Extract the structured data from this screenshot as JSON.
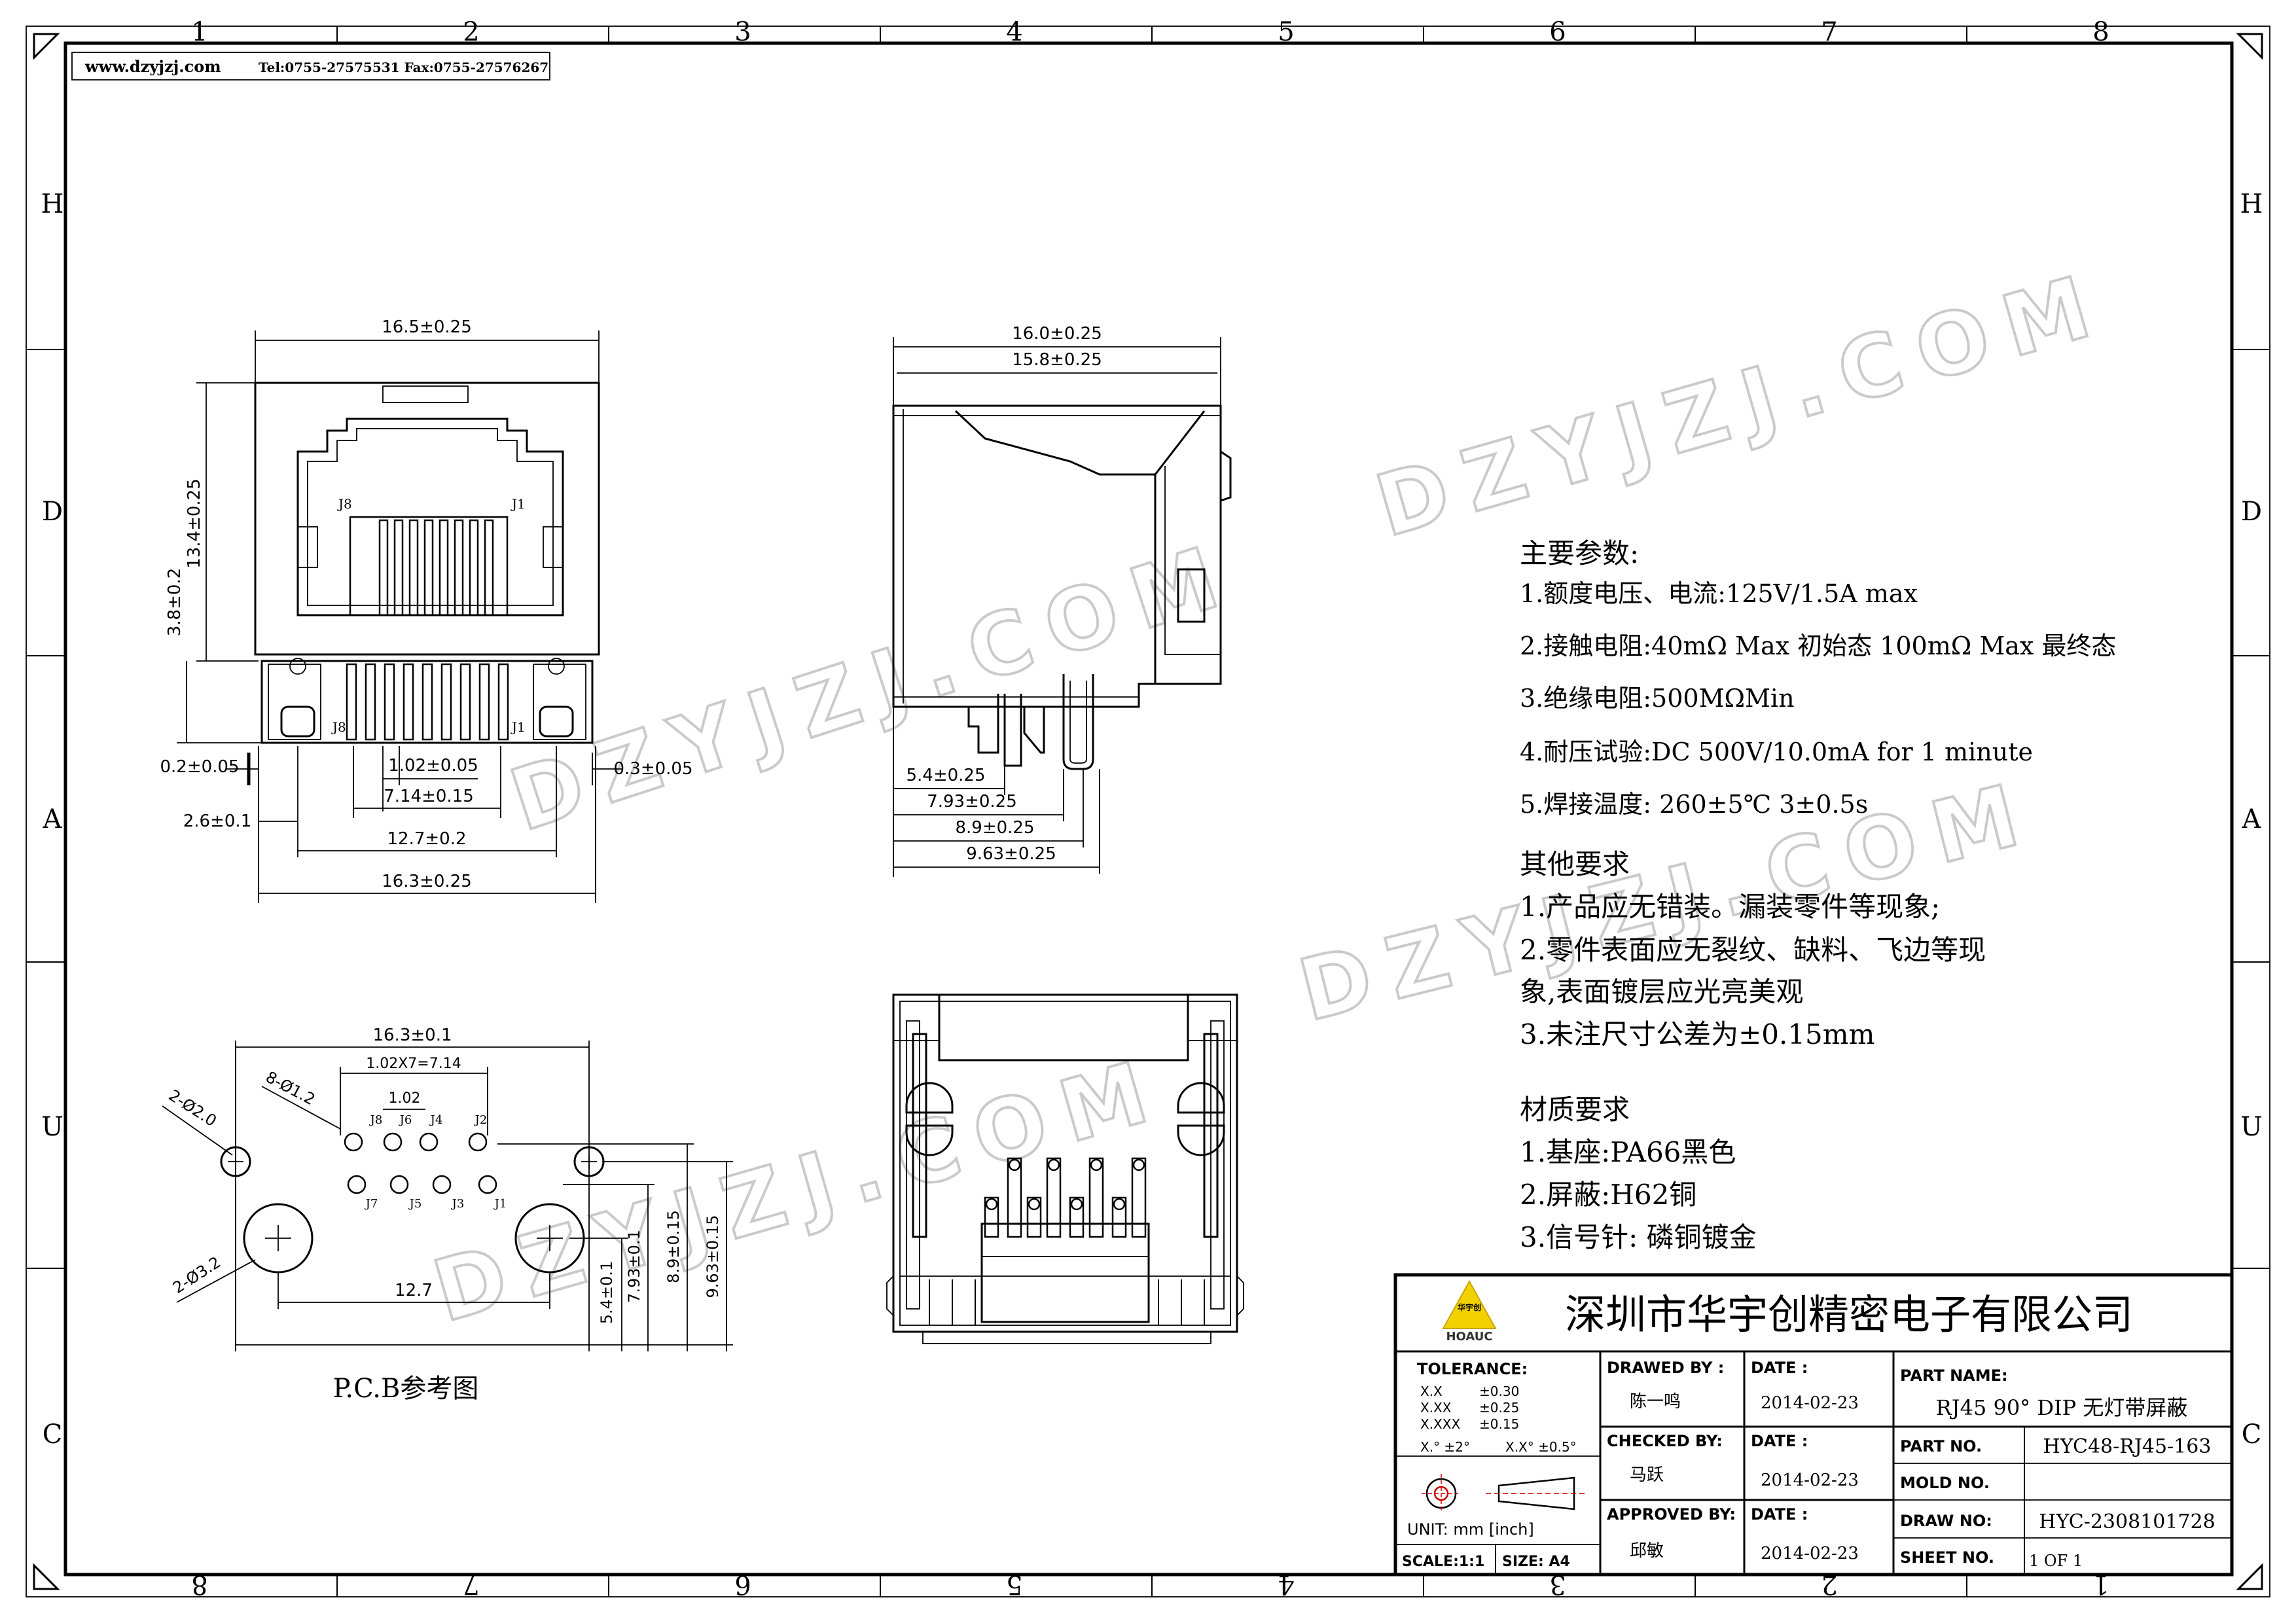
{
  "header": {
    "site": "www.dzyjzj.com",
    "contact": "Tel:0755-27575531 Fax:0755-27576267"
  },
  "border": {
    "top_numbers": [
      "1",
      "2",
      "3",
      "4",
      "5",
      "6",
      "7",
      "8"
    ],
    "bottom_numbers": [
      "8",
      "7",
      "6",
      "5",
      "4",
      "3",
      "2",
      "1"
    ],
    "side_letters": [
      "H",
      "D",
      "A",
      "U",
      "C"
    ]
  },
  "watermark": "DZYJZJ.COM",
  "front_view": {
    "dims": {
      "width_top": "16.5±0.25",
      "height": "13.4±0.25",
      "pin_height": "3.8±0.2",
      "left_offset": "0.2±0.05",
      "right_offset": "0.3±0.05",
      "pitch": "1.02±0.05",
      "pin_span": "7.14±0.15",
      "peg_offset": "2.6±0.1",
      "peg_span": "12.7±0.2",
      "width_bottom": "16.3±0.25"
    },
    "labels": {
      "j8_top": "J8",
      "j1_top": "J1",
      "j8_bot": "J8",
      "j1_bot": "J1"
    }
  },
  "side_view": {
    "dims": {
      "width1": "16.0±0.25",
      "width2": "15.8±0.25",
      "d1": "5.4±0.25",
      "d2": "7.93±0.25",
      "d3": "8.9±0.25",
      "d4": "9.63±0.25"
    }
  },
  "pcb_view": {
    "dims": {
      "width": "16.3±0.1",
      "pitch_total": "1.02X7=7.14",
      "pitch": "1.02",
      "holes_small": "2-Ø2.0",
      "holes_pins": "8-Ø1.2",
      "holes_large": "2-Ø3.2",
      "peg_span": "12.7",
      "v1": "5.4±0.1",
      "v2": "7.93±0.1",
      "v3": "8.9±0.15",
      "v4": "9.63±0.15"
    },
    "pin_labels_top": [
      "J8",
      "J6",
      "J4",
      "J2"
    ],
    "pin_labels_bottom": [
      "J7",
      "J5",
      "J3",
      "J1"
    ],
    "caption": "P.C.B参考图"
  },
  "specs": {
    "main_title": "主要参数:",
    "main_items": [
      "1.额度电压、电流:125V/1.5A max",
      "2.接触电阻:40mΩ Max 初始态 100mΩ Max 最终态",
      "3.绝缘电阻:500MΩMin",
      "4.耐压试验:DC 500V/10.0mA for 1 minute",
      "5.焊接温度: 260±5℃ 3±0.5s"
    ],
    "other_title": "其他要求",
    "other_items": [
      "1.产品应无错装。漏装零件等现象;",
      "2.零件表面应无裂纹、缺料、飞边等现",
      "象,表面镀层应光亮美观",
      "3.未注尺寸公差为±0.15mm"
    ],
    "material_title": "材质要求",
    "material_items": [
      "1.基座:PA66黑色",
      "2.屏蔽:H62铜",
      "3.信号针: 磷铜镀金"
    ]
  },
  "title_block": {
    "company": "深圳市华宇创精密电子有限公司",
    "logo_text": "HOAUC",
    "logo_mark": "华宇创",
    "tolerance_title": "TOLERANCE:",
    "tol_rows": [
      {
        "k": "X.X",
        "v": "±0.30"
      },
      {
        "k": "X.XX",
        "v": "±0.25"
      },
      {
        "k": "X.XXX",
        "v": "±0.15"
      }
    ],
    "angle_tol_1": "X.° ±2°",
    "angle_tol_2": "X.X° ±0.5°",
    "unit": "UNIT:  mm  [inch]",
    "scale": "SCALE:1:1",
    "size": "SIZE: A4",
    "drawn_by_label": "DRAWED BY :",
    "drawn_by": "陈一鸣",
    "checked_by_label": "CHECKED BY:",
    "checked_by": "马跃",
    "approved_by_label": "APPROVED BY:",
    "approved_by": "邱敏",
    "date_label": "DATE :",
    "date1": "2014-02-23",
    "date2": "2014-02-23",
    "date3": "2014-02-23",
    "part_name_label": "PART NAME:",
    "part_name": "RJ45 90° DIP 无灯带屏蔽",
    "part_no_label": "PART NO.",
    "part_no": "HYC48-RJ45-163",
    "mold_no_label": "MOLD NO.",
    "mold_no": "",
    "draw_no_label": "DRAW NO:",
    "draw_no": "HYC-2308101728",
    "sheet_no_label": "SHEET NO.",
    "sheet_no": "1 OF 1"
  }
}
